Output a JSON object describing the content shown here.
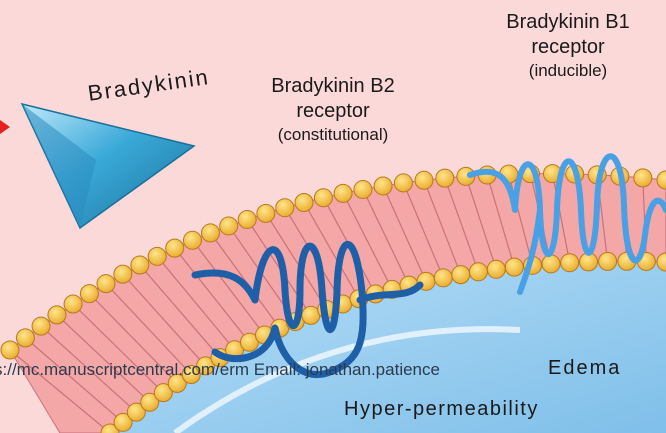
{
  "ligand": {
    "name": "Bradykinin"
  },
  "receptors": {
    "b2": {
      "line1": "Bradykinin B2",
      "line2": "receptor",
      "note": "(constitutional)"
    },
    "b1": {
      "line1": "Bradykinin B1",
      "line2": "receptor",
      "note": "(inducible)"
    }
  },
  "footer": {
    "url_text": "s://mc.manuscriptcentral.com/erm   Email: jonathan.patience"
  },
  "outcomes": {
    "edema": "Edema",
    "hyper": "Hyper-permeability"
  },
  "colors": {
    "background": "#fbd9d8",
    "membrane_head": "#f6c34f",
    "membrane_tail": "#f3a7a6",
    "cell_interior": "#8ec9ef",
    "b2_receptor": "#2a6fb8",
    "b1_receptor": "#4fa3e6",
    "ligand": "#3aa9d8",
    "arrow": "#e52020"
  }
}
